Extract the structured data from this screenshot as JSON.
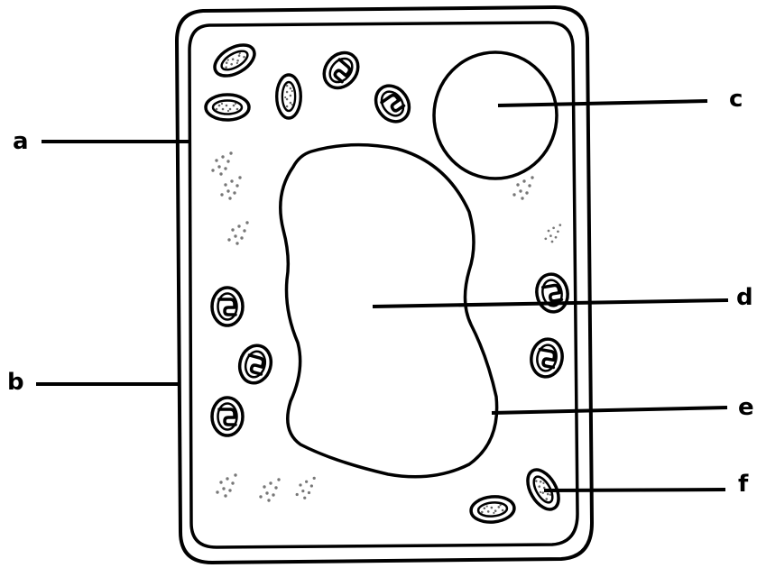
{
  "diagram": {
    "labels": {
      "a": "a",
      "b": "b",
      "c": "c",
      "d": "d",
      "e": "e",
      "f": "f"
    }
  },
  "colors": {
    "ink": "#000000",
    "background": "#ffffff",
    "grain": "#777777"
  }
}
